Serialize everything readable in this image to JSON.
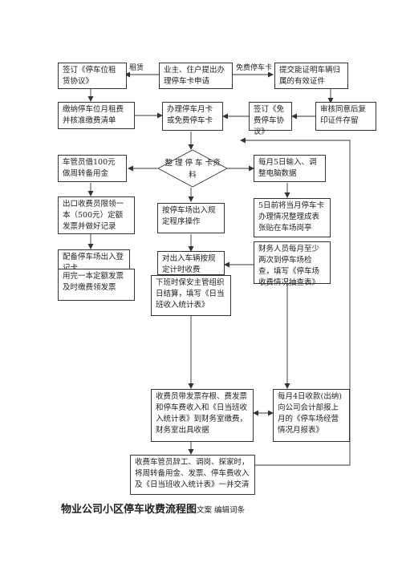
{
  "nodes": {
    "sign_lease": "签订《停车位租赁协议》",
    "apply_pass": "业主、住户提出办理停车卡申请",
    "submit_proof": "提交能证明车辆归属的有效证件",
    "pay_monthly": "缴纳停车位月租费并核准缴费清单",
    "handle_card": "办理停车月卡或免费停车卡",
    "sign_free": "签订《免费停车协议》",
    "review": "审核同意后复印证件存留",
    "borrow_fund": "车管员借100元做周转备用金",
    "organize": "整 理 停 车 卡资料",
    "monthly_input": "每月5日输入、调整电脑数据",
    "receive_invoice": "出口收费员限领一本（500元）定额发票并做好记录",
    "follow_rules": "按停车场出入规定程序操作",
    "post_summary": "5日前将当月停车卡办理情况整理成表张贴在车场岗亭",
    "register_card": "配备停车场出入登记卡",
    "timed_fee": "对出入车辆按规定计时收费",
    "finance_check": "财务人员每月至少两次到停车场检查，填写《停车场收费情况抽查表》",
    "use_up": "用完一本定额发票及时缴费领发票",
    "shift_settle": "下班时保安主管组织日结算，填写《日当班收入统计表》",
    "deliver_cash": "收费员带发票存根、费发票和停车费收入和《日当班收入统计表》到财务室缴费，财务室出具收据",
    "report_4th": "每月4日收款(出纳)向公司会计部报上月的《停车场经营情况月报表》",
    "handover": "收费车管员辞工、调岗、探家时，将周转备用金、发票、停车费收入及《日当班收入统计表》一并交清"
  },
  "edge_labels": {
    "lease": "租赁",
    "free": "免费停车卡"
  },
  "title": {
    "main": "物业公司小区停车收费流程图",
    "sub": "文案 编辑词条"
  }
}
